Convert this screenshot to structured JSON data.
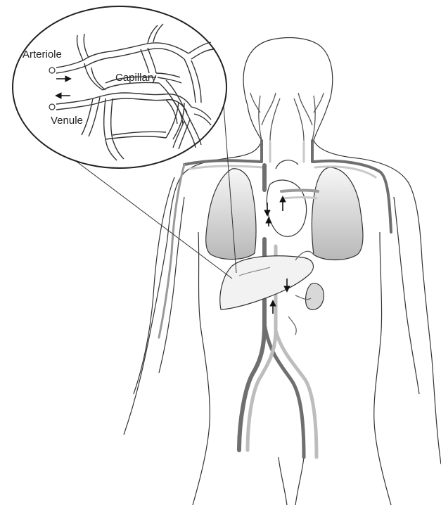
{
  "labels": {
    "arteriole": "Arteriole",
    "capillary": "Capillary",
    "venule": "Venule"
  },
  "colors": {
    "outline": "#333333",
    "vessel_dark": "#6f6f6f",
    "vessel_light": "#bdbdbd",
    "organ_fill": "#e6e6e6",
    "lung_fill_light": "#f5f5f5",
    "lung_fill_dark": "#b9b9b9"
  },
  "icons": [
    "flow-arrow-icon"
  ]
}
